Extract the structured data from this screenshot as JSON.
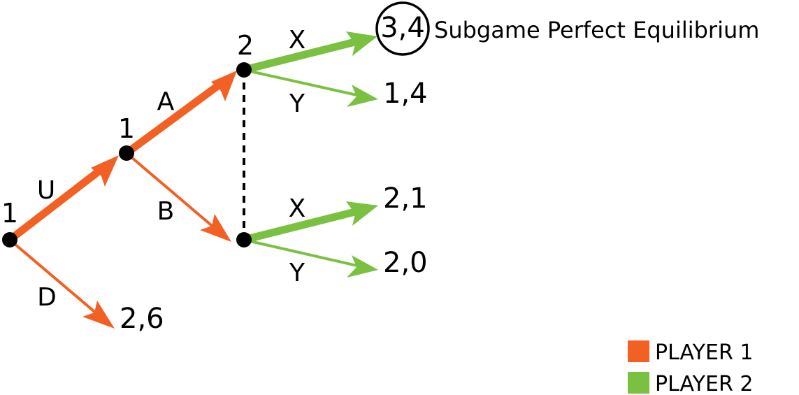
{
  "colors": {
    "player1": "#f26024",
    "player2": "#7ac142",
    "node": "#000000",
    "info_set": "#000000"
  },
  "nodes": {
    "root_label": "1",
    "p1_second_label": "1",
    "p2_upper_label": "2"
  },
  "moves": {
    "u": "U",
    "d": "D",
    "a": "A",
    "b": "B",
    "upper_x": "X",
    "upper_y": "Y",
    "lower_x": "X",
    "lower_y": "Y"
  },
  "payoffs": {
    "d": "2,6",
    "upper_x": "3,4",
    "upper_y": "1,4",
    "lower_x": "2,1",
    "lower_y": "2,0"
  },
  "equilibrium": {
    "label": "Subgame Perfect Equilibrium"
  },
  "legend": {
    "player1": "PLAYER 1",
    "player2": "PLAYER 2"
  }
}
